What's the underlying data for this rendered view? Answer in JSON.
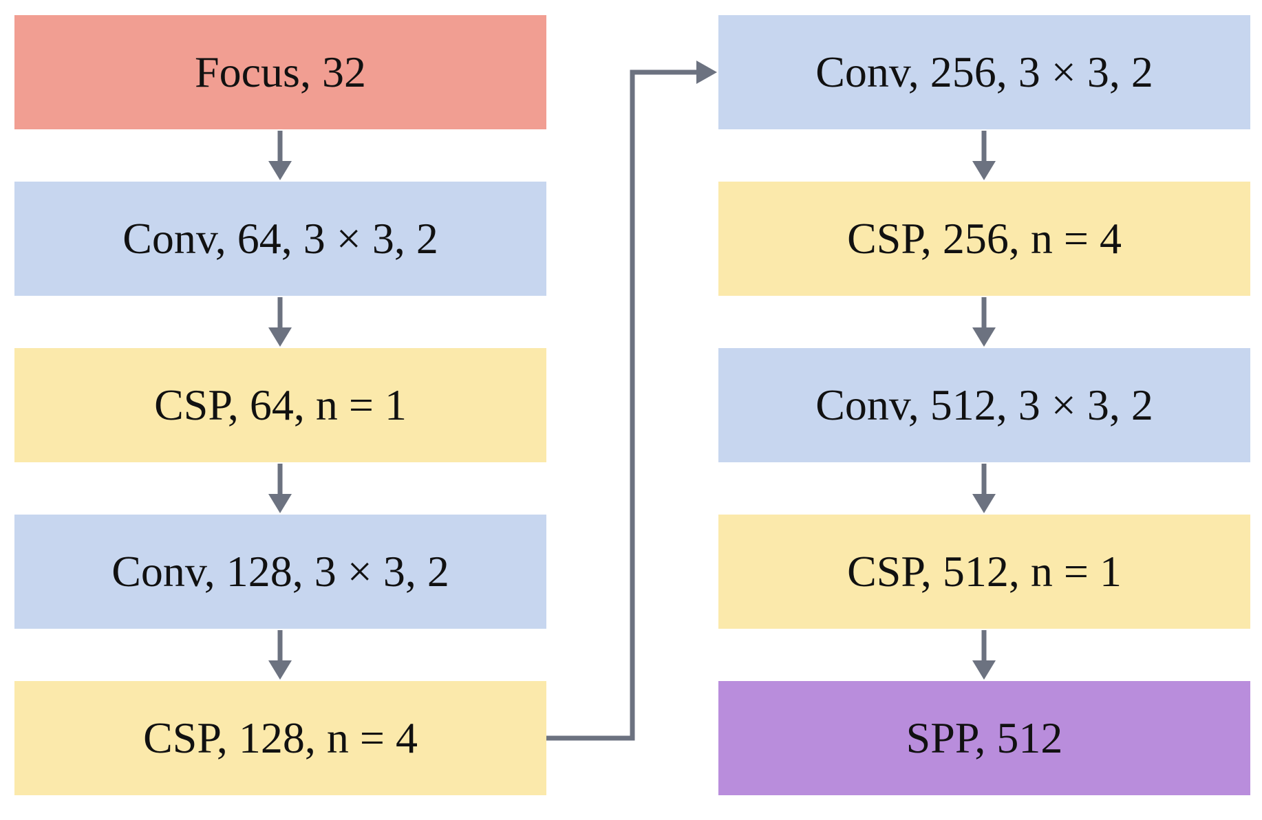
{
  "colors": {
    "focus": "#f19e92",
    "conv": "#c7d6ef",
    "csp": "#fbe9ab",
    "spp": "#b98ddc",
    "arrow": "#6c7280"
  },
  "left_column": [
    {
      "label": "Focus, 32",
      "kind": "focus"
    },
    {
      "label": "Conv, 64, 3 × 3, 2",
      "kind": "conv"
    },
    {
      "label": "CSP, 64, n = 1",
      "kind": "csp"
    },
    {
      "label": "Conv, 128, 3 × 3, 2",
      "kind": "conv"
    },
    {
      "label": "CSP, 128, n = 4",
      "kind": "csp"
    }
  ],
  "right_column": [
    {
      "label": "Conv, 256, 3 × 3, 2",
      "kind": "conv"
    },
    {
      "label": "CSP, 256, n = 4",
      "kind": "csp"
    },
    {
      "label": "Conv, 512, 3 × 3, 2",
      "kind": "conv"
    },
    {
      "label": "CSP, 512, n = 1",
      "kind": "csp"
    },
    {
      "label": "SPP, 512",
      "kind": "spp"
    }
  ]
}
